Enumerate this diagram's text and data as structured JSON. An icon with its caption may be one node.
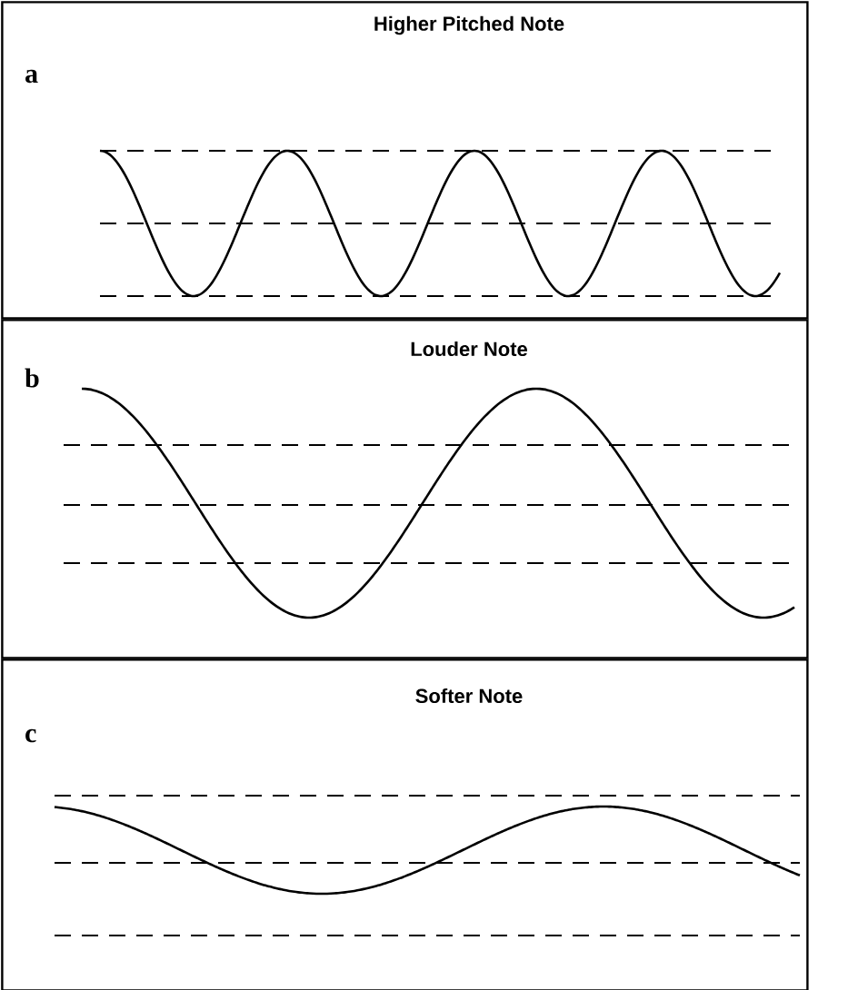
{
  "diagram": {
    "nodes": [
      {
        "text": [
          "a",
          "Higher Pitched Note"
        ]
      },
      {
        "text": [
          "b",
          "Louder Note"
        ]
      },
      {
        "text": [
          "c",
          "Softer Note"
        ]
      }
    ]
  }
}
